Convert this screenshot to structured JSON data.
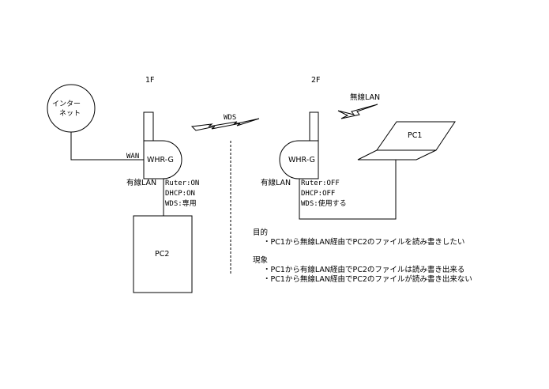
{
  "floors": {
    "f1": "1F",
    "f2": "2F"
  },
  "internet": {
    "line1": "インター",
    "line2": "ネット"
  },
  "router1": {
    "name": "WHR-G",
    "wan": "WAN",
    "lan": "有線LAN",
    "settings": [
      "Ruter:ON",
      "DHCP:ON",
      "WDS:専用"
    ]
  },
  "router2": {
    "name": "WHR-G",
    "lan": "有線LAN",
    "settings": [
      "Ruter:OFF",
      "DHCP:OFF",
      "WDS:使用する"
    ]
  },
  "wds_label": "WDS",
  "wireless_label": "無線LAN",
  "pc1": "PC1",
  "pc2": "PC2",
  "notes": {
    "purpose_title": "目的",
    "purpose": [
      "・PC1から無線LAN経由でPC2のファイルを読み書きしたい"
    ],
    "symptom_title": "現象",
    "symptoms": [
      "・PC1から有線LAN経由でPC2のファイルは読み書き出来る",
      "・PC1から無線LAN経由でPC2のファイルが読み書き出来ない"
    ]
  }
}
